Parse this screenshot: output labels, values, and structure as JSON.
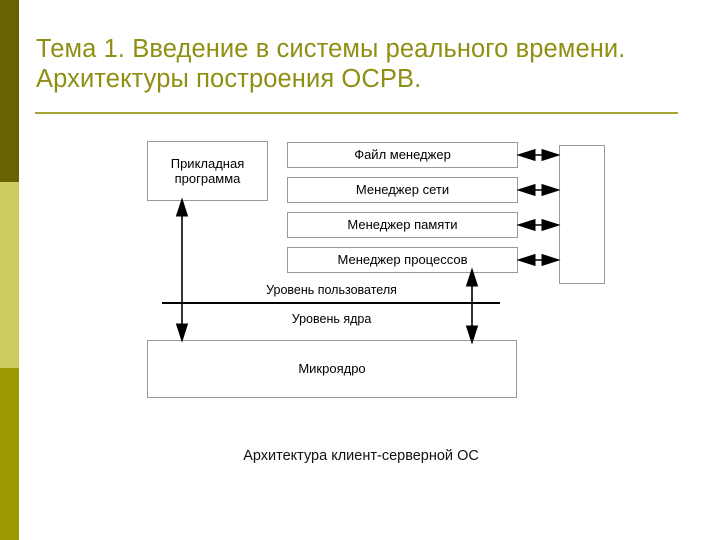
{
  "slide": {
    "title": "Тема 1. Введение в системы реального времени. Архитектуры построения ОСРВ.",
    "caption": "Архитектура клиент-серверной ОС",
    "accent_title_color": "#8f8f13",
    "accent_rule_color": "#a8a432",
    "sidebar_band_colors": [
      "#686200",
      "#cccc5e",
      "#9a9a00"
    ],
    "background_color": "#ffffff"
  },
  "diagram": {
    "boxes": {
      "application": "Прикладная\nпрограмма",
      "file_manager": "Файл менеджер",
      "network_manager": "Менеджер сети",
      "memory_manager": "Менеджер памяти",
      "process_manager": "Менеджер процессов",
      "right_column": "",
      "microkernel": "Микроядро"
    },
    "level_labels": {
      "user": "Уровень пользователя",
      "kernel": "Уровень ядра"
    },
    "box_border_color": "#9a9a9a",
    "arrow_color": "#000000"
  }
}
